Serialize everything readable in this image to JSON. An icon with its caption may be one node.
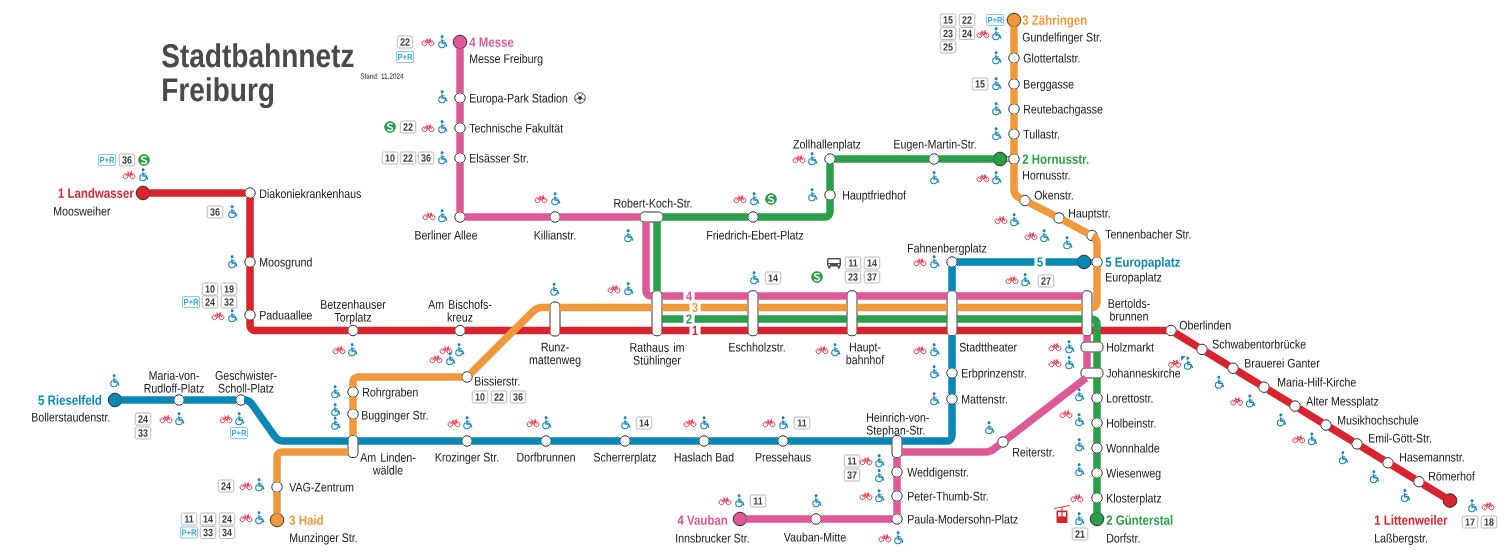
{
  "diagram": {
    "title": "Stadtbahnnetz Freiburg",
    "nodes": [
      {
        "text": [
          "1 Landwasser",
          "Moosweiher"
        ],
        "beside": [
          "P+R",
          "36"
        ]
      },
      {
        "text": [
          "Diakoniekrankenhaus"
        ],
        "beside": [
          "36"
        ]
      },
      {
        "text": [
          "Moosgrund"
        ]
      },
      {
        "text": [
          "Paduaallee"
        ],
        "beside": [
          "10",
          "19",
          "P+R",
          "24",
          "32"
        ]
      },
      {
        "text": [
          "Betzenhauser Torplatz"
        ]
      },
      {
        "text": [
          "Am Bischofs- kreuz"
        ]
      },
      {
        "text": [
          "Runz- mattenweg"
        ]
      },
      {
        "text": [
          "Rathaus im Stühlinger"
        ]
      },
      {
        "text": [
          "Eschholzstr."
        ],
        "beside": [
          "14"
        ]
      },
      {
        "text": [
          "Haupt- bahnhof"
        ],
        "beside": [
          "11",
          "14",
          "23",
          "37"
        ]
      },
      {
        "text": [
          "Stadttheater"
        ]
      },
      {
        "text": [
          "Bertolds- brunnen"
        ]
      },
      {
        "text": [
          "Oberlinden"
        ]
      },
      {
        "text": [
          "Schwabentorbrücke"
        ]
      },
      {
        "text": [
          "Brauerei Ganter"
        ]
      },
      {
        "text": [
          "Maria-Hilf-Kirche"
        ]
      },
      {
        "text": [
          "Alter Messplatz"
        ]
      },
      {
        "text": [
          "Musikhochschule"
        ]
      },
      {
        "text": [
          "Emil-Gött-Str."
        ]
      },
      {
        "text": [
          "Hasemannstr."
        ]
      },
      {
        "text": [
          "Römerhof"
        ]
      },
      {
        "text": [
          "1 Littenweiler",
          "Laßbergstr."
        ],
        "beside": [
          "17",
          "18"
        ]
      },
      {
        "text": [
          "2 Hornusstr.",
          "Hornusstr."
        ]
      },
      {
        "text": [
          "Eugen-Martin-Str."
        ]
      },
      {
        "text": [
          "Zollhallenplatz"
        ]
      },
      {
        "text": [
          "Hauptfriedhof"
        ]
      },
      {
        "text": [
          "Friedrich-Ebert-Platz"
        ]
      },
      {
        "text": [
          "Robert-Koch-Str."
        ]
      },
      {
        "text": [
          "Holzmarkt"
        ]
      },
      {
        "text": [
          "Johanneskirche"
        ]
      },
      {
        "text": [
          "Lorettostr."
        ]
      },
      {
        "text": [
          "Holbeinstr."
        ]
      },
      {
        "text": [
          "Wonnhalde"
        ]
      },
      {
        "text": [
          "Wiesenweg"
        ]
      },
      {
        "text": [
          "Klosterplatz"
        ]
      },
      {
        "text": [
          "2 Günterstal",
          "Dorfstr."
        ],
        "beside": [
          "21"
        ]
      },
      {
        "text": [
          "3 Zähringen",
          "Gundelfinger Str."
        ],
        "beside": [
          "15",
          "22",
          "P+R",
          "23",
          "24",
          "25"
        ]
      },
      {
        "text": [
          "Glottertalstr."
        ]
      },
      {
        "text": [
          "Berggasse"
        ],
        "beside": [
          "15"
        ]
      },
      {
        "text": [
          "Reutebachgasse"
        ]
      },
      {
        "text": [
          "Tullastr."
        ]
      },
      {
        "text": [
          "Okenstr."
        ]
      },
      {
        "text": [
          "Hauptstr."
        ]
      },
      {
        "text": [
          "Tennenbacher Str."
        ]
      },
      {
        "text": [
          "5 Europaplatz",
          "Europaplatz"
        ],
        "beside": [
          "27"
        ]
      },
      {
        "text": [
          "Bissierstr."
        ],
        "beside": [
          "10",
          "22",
          "36"
        ]
      },
      {
        "text": [
          "Rohrgraben"
        ]
      },
      {
        "text": [
          "Bugginger Str."
        ]
      },
      {
        "text": [
          "Am Linden- wäldle"
        ]
      },
      {
        "text": [
          "VAG-Zentrum"
        ],
        "beside": [
          "24"
        ]
      },
      {
        "text": [
          "3 Haid",
          "Munzinger Str."
        ],
        "beside": [
          "11",
          "14",
          "24",
          "P+R",
          "33",
          "34"
        ]
      },
      {
        "text": [
          "4 Messe",
          "Messe Freiburg"
        ],
        "beside": [
          "22",
          "P+R"
        ]
      },
      {
        "text": [
          "Europa-Park Stadion"
        ]
      },
      {
        "text": [
          "Technische Fakultät"
        ],
        "beside": [
          "22"
        ]
      },
      {
        "text": [
          "Elsässer Str."
        ],
        "beside": [
          "10",
          "22",
          "36"
        ]
      },
      {
        "text": [
          "Berliner Allee"
        ]
      },
      {
        "text": [
          "Killianstr."
        ]
      },
      {
        "text": [
          "Reiterstr."
        ]
      },
      {
        "text": [
          "Heinrich-von- Stephan-Str."
        ],
        "beside": [
          "11",
          "37"
        ]
      },
      {
        "text": [
          "Weddigenstr."
        ]
      },
      {
        "text": [
          "Peter-Thumb-Str."
        ]
      },
      {
        "text": [
          "Paula-Modersohn-Platz"
        ]
      },
      {
        "text": [
          "Vauban-Mitte"
        ]
      },
      {
        "text": [
          "4 Vauban",
          "Innsbrucker Str."
        ],
        "beside": [
          "11"
        ]
      },
      {
        "text": [
          "5 Rieselfeld",
          "Bollerstaudenstr."
        ]
      },
      {
        "text": [
          "Maria-von- Rudloff-Platz"
        ],
        "beside": [
          "24",
          "33"
        ]
      },
      {
        "text": [
          "Geschwister- Scholl-Platz"
        ],
        "beside": [
          "P+R"
        ]
      },
      {
        "text": [
          "Krozinger Str."
        ]
      },
      {
        "text": [
          "Dorfbrunnen"
        ]
      },
      {
        "text": [
          "Scherrerplatz"
        ],
        "beside": [
          "14"
        ]
      },
      {
        "text": [
          "Haslach Bad"
        ]
      },
      {
        "text": [
          "Pressehaus"
        ],
        "beside": [
          "11"
        ]
      },
      {
        "text": [
          "Fahnenbergplatz"
        ]
      },
      {
        "text": [
          "Erbprinzenstr."
        ]
      },
      {
        "text": [
          "Mattenstr."
        ]
      }
    ],
    "edges": [
      {
        "from": 0,
        "to": 1,
        "arrow": "none",
        "color": "#d7242f"
      },
      {
        "from": 1,
        "to": 2,
        "arrow": "none",
        "color": "#d7242f"
      },
      {
        "from": 2,
        "to": 3,
        "arrow": "none",
        "color": "#d7242f"
      },
      {
        "from": 3,
        "to": 4,
        "arrow": "none",
        "color": "#d7242f"
      },
      {
        "from": 4,
        "to": 5,
        "arrow": "none",
        "color": "#d7242f"
      },
      {
        "from": 5,
        "to": 6,
        "arrow": "none",
        "color": "#d7242f"
      },
      {
        "from": 6,
        "to": 7,
        "arrow": "none",
        "color": "#d7242f"
      },
      {
        "from": 7,
        "to": 8,
        "arrow": "none",
        "color": "#d7242f"
      },
      {
        "from": 8,
        "to": 9,
        "arrow": "none",
        "color": "#d7242f"
      },
      {
        "from": 9,
        "to": 10,
        "arrow": "none",
        "color": "#d7242f"
      },
      {
        "from": 10,
        "to": 11,
        "arrow": "none",
        "color": "#d7242f"
      },
      {
        "from": 11,
        "to": 12,
        "arrow": "none",
        "color": "#d7242f"
      },
      {
        "from": 12,
        "to": 13,
        "arrow": "none",
        "color": "#d7242f"
      },
      {
        "from": 13,
        "to": 14,
        "arrow": "none",
        "color": "#d7242f"
      },
      {
        "from": 14,
        "to": 15,
        "arrow": "none",
        "color": "#d7242f"
      },
      {
        "from": 15,
        "to": 16,
        "arrow": "none",
        "color": "#d7242f"
      },
      {
        "from": 16,
        "to": 17,
        "arrow": "none",
        "color": "#d7242f"
      },
      {
        "from": 17,
        "to": 18,
        "arrow": "none",
        "color": "#d7242f"
      },
      {
        "from": 18,
        "to": 19,
        "arrow": "none",
        "color": "#d7242f"
      },
      {
        "from": 19,
        "to": 20,
        "arrow": "none",
        "color": "#d7242f"
      },
      {
        "from": 20,
        "to": 21,
        "arrow": "none",
        "color": "#d7242f"
      },
      {
        "from": 22,
        "to": 23,
        "arrow": "none",
        "color": "#2a9e48"
      },
      {
        "from": 23,
        "to": 24,
        "arrow": "none",
        "color": "#2a9e48"
      },
      {
        "from": 24,
        "to": 25,
        "arrow": "none",
        "color": "#2a9e48"
      },
      {
        "from": 25,
        "to": 26,
        "arrow": "none",
        "color": "#2a9e48"
      },
      {
        "from": 26,
        "to": 27,
        "arrow": "none",
        "color": "#2a9e48"
      },
      {
        "from": 27,
        "to": 7,
        "arrow": "none",
        "color": "#2a9e48"
      },
      {
        "from": 7,
        "to": 8,
        "arrow": "none",
        "color": "#2a9e48"
      },
      {
        "from": 8,
        "to": 9,
        "arrow": "none",
        "color": "#2a9e48"
      },
      {
        "from": 9,
        "to": 10,
        "arrow": "none",
        "color": "#2a9e48"
      },
      {
        "from": 10,
        "to": 11,
        "arrow": "none",
        "color": "#2a9e48"
      },
      {
        "from": 11,
        "to": 28,
        "arrow": "none",
        "color": "#2a9e48"
      },
      {
        "from": 28,
        "to": 29,
        "arrow": "none",
        "color": "#2a9e48"
      },
      {
        "from": 29,
        "to": 30,
        "arrow": "none",
        "color": "#2a9e48"
      },
      {
        "from": 30,
        "to": 31,
        "arrow": "none",
        "color": "#2a9e48"
      },
      {
        "from": 31,
        "to": 32,
        "arrow": "none",
        "color": "#2a9e48"
      },
      {
        "from": 32,
        "to": 33,
        "arrow": "none",
        "color": "#2a9e48"
      },
      {
        "from": 33,
        "to": 34,
        "arrow": "none",
        "color": "#2a9e48"
      },
      {
        "from": 34,
        "to": 35,
        "arrow": "none",
        "color": "#2a9e48"
      },
      {
        "from": 36,
        "to": 37,
        "arrow": "none",
        "color": "#ef983c"
      },
      {
        "from": 37,
        "to": 38,
        "arrow": "none",
        "color": "#ef983c"
      },
      {
        "from": 38,
        "to": 39,
        "arrow": "none",
        "color": "#ef983c"
      },
      {
        "from": 39,
        "to": 40,
        "arrow": "none",
        "color": "#ef983c"
      },
      {
        "from": 40,
        "to": 22,
        "arrow": "none",
        "color": "#ef983c"
      },
      {
        "from": 22,
        "to": 41,
        "arrow": "none",
        "color": "#ef983c"
      },
      {
        "from": 41,
        "to": 42,
        "arrow": "none",
        "color": "#ef983c"
      },
      {
        "from": 42,
        "to": 43,
        "arrow": "none",
        "color": "#ef983c"
      },
      {
        "from": 43,
        "to": 44,
        "arrow": "none",
        "color": "#ef983c"
      },
      {
        "from": 44,
        "to": 11,
        "arrow": "none",
        "color": "#ef983c"
      },
      {
        "from": 11,
        "to": 10,
        "arrow": "none",
        "color": "#ef983c"
      },
      {
        "from": 10,
        "to": 9,
        "arrow": "none",
        "color": "#ef983c"
      },
      {
        "from": 9,
        "to": 8,
        "arrow": "none",
        "color": "#ef983c"
      },
      {
        "from": 8,
        "to": 7,
        "arrow": "none",
        "color": "#ef983c"
      },
      {
        "from": 7,
        "to": 6,
        "arrow": "none",
        "color": "#ef983c"
      },
      {
        "from": 6,
        "to": 45,
        "arrow": "none",
        "color": "#ef983c"
      },
      {
        "from": 45,
        "to": 46,
        "arrow": "none",
        "color": "#ef983c"
      },
      {
        "from": 46,
        "to": 47,
        "arrow": "none",
        "color": "#ef983c"
      },
      {
        "from": 47,
        "to": 48,
        "arrow": "none",
        "color": "#ef983c"
      },
      {
        "from": 48,
        "to": 49,
        "arrow": "none",
        "color": "#ef983c"
      },
      {
        "from": 49,
        "to": 50,
        "arrow": "none",
        "color": "#ef983c"
      },
      {
        "from": 51,
        "to": 52,
        "arrow": "none",
        "color": "#dd5a96"
      },
      {
        "from": 52,
        "to": 53,
        "arrow": "none",
        "color": "#dd5a96"
      },
      {
        "from": 53,
        "to": 54,
        "arrow": "none",
        "color": "#dd5a96"
      },
      {
        "from": 54,
        "to": 55,
        "arrow": "none",
        "color": "#dd5a96"
      },
      {
        "from": 55,
        "to": 56,
        "arrow": "none",
        "color": "#dd5a96"
      },
      {
        "from": 56,
        "to": 27,
        "arrow": "none",
        "color": "#dd5a96"
      },
      {
        "from": 27,
        "to": 7,
        "arrow": "none",
        "color": "#dd5a96"
      },
      {
        "from": 7,
        "to": 8,
        "arrow": "none",
        "color": "#dd5a96"
      },
      {
        "from": 8,
        "to": 9,
        "arrow": "none",
        "color": "#dd5a96"
      },
      {
        "from": 9,
        "to": 10,
        "arrow": "none",
        "color": "#dd5a96"
      },
      {
        "from": 10,
        "to": 11,
        "arrow": "none",
        "color": "#dd5a96"
      },
      {
        "from": 11,
        "to": 28,
        "arrow": "none",
        "color": "#dd5a96"
      },
      {
        "from": 28,
        "to": 29,
        "arrow": "none",
        "color": "#dd5a96"
      },
      {
        "from": 29,
        "to": 57,
        "arrow": "none",
        "color": "#dd5a96"
      },
      {
        "from": 57,
        "to": 58,
        "arrow": "none",
        "color": "#dd5a96"
      },
      {
        "from": 58,
        "to": 59,
        "arrow": "none",
        "color": "#dd5a96"
      },
      {
        "from": 59,
        "to": 60,
        "arrow": "none",
        "color": "#dd5a96"
      },
      {
        "from": 60,
        "to": 61,
        "arrow": "none",
        "color": "#dd5a96"
      },
      {
        "from": 61,
        "to": 62,
        "arrow": "none",
        "color": "#dd5a96"
      },
      {
        "from": 62,
        "to": 63,
        "arrow": "none",
        "color": "#dd5a96"
      },
      {
        "from": 64,
        "to": 65,
        "arrow": "none",
        "color": "#0b87b4"
      },
      {
        "from": 65,
        "to": 66,
        "arrow": "none",
        "color": "#0b87b4"
      },
      {
        "from": 66,
        "to": 48,
        "arrow": "none",
        "color": "#0b87b4"
      },
      {
        "from": 48,
        "to": 67,
        "arrow": "none",
        "color": "#0b87b4"
      },
      {
        "from": 67,
        "to": 68,
        "arrow": "none",
        "color": "#0b87b4"
      },
      {
        "from": 68,
        "to": 69,
        "arrow": "none",
        "color": "#0b87b4"
      },
      {
        "from": 69,
        "to": 70,
        "arrow": "none",
        "color": "#0b87b4"
      },
      {
        "from": 70,
        "to": 71,
        "arrow": "none",
        "color": "#0b87b4"
      },
      {
        "from": 71,
        "to": 58,
        "arrow": "none",
        "color": "#0b87b4"
      },
      {
        "from": 58,
        "to": 74,
        "arrow": "none",
        "color": "#0b87b4"
      },
      {
        "from": 74,
        "to": 73,
        "arrow": "none",
        "color": "#0b87b4"
      },
      {
        "from": 73,
        "to": 10,
        "arrow": "none",
        "color": "#0b87b4"
      },
      {
        "from": 10,
        "to": 72,
        "arrow": "none",
        "color": "#0b87b4"
      },
      {
        "from": 72,
        "to": 44,
        "arrow": "none",
        "color": "#0b87b4"
      }
    ],
    "labels": [
      "Stand: 11.2024",
      "4",
      "3",
      "2",
      "1",
      "5"
    ]
  }
}
